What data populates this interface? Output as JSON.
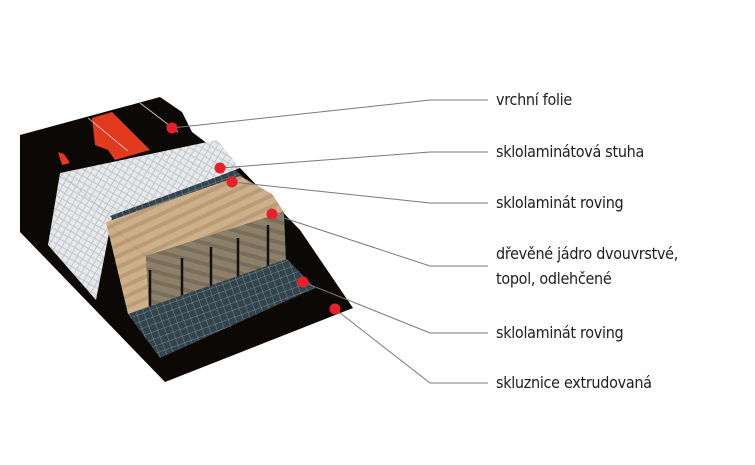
{
  "diagram": {
    "title": "",
    "layers": [
      {
        "label": "vrchní folie"
      },
      {
        "label": "sklolaminátová stuha"
      },
      {
        "label": "sklolaminát roving"
      },
      {
        "label": "dřevěné jádro dvouvrstvé,",
        "label2": "topol, odlehčené"
      },
      {
        "label": "sklolaminát roving"
      },
      {
        "label": "skluznice extrudovaná"
      }
    ],
    "colors": {
      "marker": "#e8202a",
      "leader": "#7a7a7a",
      "topsheet_accent": "#e23a1f",
      "wood": "#c9ad85",
      "mesh": "#3b4a52"
    }
  }
}
